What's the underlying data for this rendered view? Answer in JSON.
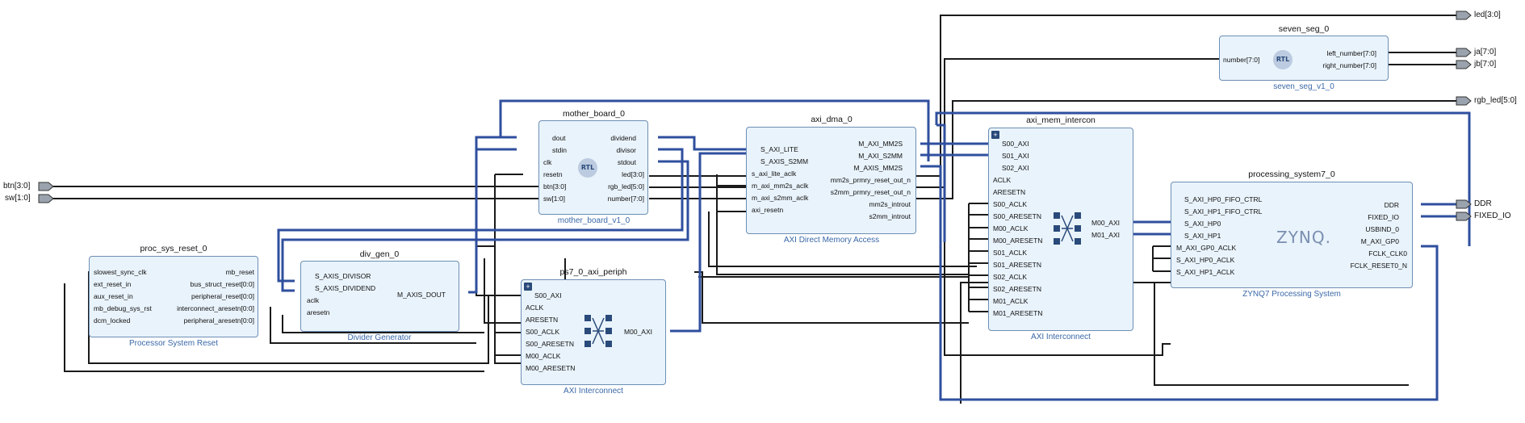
{
  "external_ports": {
    "btn": "btn[3:0]",
    "sw": "sw[1:0]",
    "led": "led[3:0]",
    "ja": "ja[7:0]",
    "jb": "jb[7:0]",
    "rgb_led": "rgb_led[5:0]",
    "ddr": "DDR",
    "fixed_io": "FIXED_IO"
  },
  "blocks": {
    "mother_board": {
      "title": "mother_board_0",
      "subtitle": "mother_board_v1_0",
      "badge": "RTL",
      "left_ports": [
        "dout",
        "stdin",
        "clk",
        "resetn",
        "btn[3:0]",
        "sw[1:0]"
      ],
      "right_ports": [
        "dividend",
        "divisor",
        "stdout",
        "led[3:0]",
        "rgb_led[5:0]",
        "number[7:0]"
      ]
    },
    "axi_dma": {
      "title": "axi_dma_0",
      "subtitle": "AXI Direct Memory Access",
      "left_ports": [
        "S_AXI_LITE",
        "S_AXIS_S2MM",
        "s_axi_lite_aclk",
        "m_axi_mm2s_aclk",
        "m_axi_s2mm_aclk",
        "axi_resetn"
      ],
      "right_ports": [
        "M_AXI_MM2S",
        "M_AXI_S2MM",
        "M_AXIS_MM2S",
        "mm2s_prmry_reset_out_n",
        "s2mm_prmry_reset_out_n",
        "mm2s_introut",
        "s2mm_introut"
      ]
    },
    "axi_mem_intercon": {
      "title": "axi_mem_intercon",
      "subtitle": "AXI Interconnect",
      "left_ports": [
        "S00_AXI",
        "S01_AXI",
        "S02_AXI",
        "ACLK",
        "ARESETN",
        "S00_ACLK",
        "S00_ARESETN",
        "M00_ACLK",
        "M00_ARESETN",
        "S01_ACLK",
        "S01_ARESETN",
        "S02_ACLK",
        "S02_ARESETN",
        "M01_ACLK",
        "M01_ARESETN"
      ],
      "right_ports": [
        "M00_AXI",
        "M01_AXI"
      ]
    },
    "seven_seg": {
      "title": "seven_seg_0",
      "subtitle": "seven_seg_v1_0",
      "badge": "RTL",
      "left_ports": [
        "number[7:0]"
      ],
      "right_ports": [
        "left_number[7:0]",
        "right_number[7:0]"
      ]
    },
    "processing_system": {
      "title": "processing_system7_0",
      "subtitle": "ZYNQ7 Processing System",
      "logo": "ZYNQ.",
      "left_ports": [
        "S_AXI_HP0_FIFO_CTRL",
        "S_AXI_HP1_FIFO_CTRL",
        "S_AXI_HP0",
        "S_AXI_HP1",
        "M_AXI_GP0_ACLK",
        "S_AXI_HP0_ACLK",
        "S_AXI_HP1_ACLK"
      ],
      "right_ports": [
        "DDR",
        "FIXED_IO",
        "USBIND_0",
        "M_AXI_GP0",
        "FCLK_CLK0",
        "FCLK_RESET0_N"
      ]
    },
    "proc_sys_reset": {
      "title": "proc_sys_reset_0",
      "subtitle": "Processor System Reset",
      "left_ports": [
        "slowest_sync_clk",
        "ext_reset_in",
        "aux_reset_in",
        "mb_debug_sys_rst",
        "dcm_locked"
      ],
      "right_ports": [
        "mb_reset",
        "bus_struct_reset[0:0]",
        "peripheral_reset[0:0]",
        "interconnect_aresetn[0:0]",
        "peripheral_aresetn[0:0]"
      ]
    },
    "div_gen": {
      "title": "div_gen_0",
      "subtitle": "Divider Generator",
      "left_ports": [
        "S_AXIS_DIVISOR",
        "S_AXIS_DIVIDEND",
        "aclk",
        "aresetn"
      ],
      "right_ports": [
        "M_AXIS_DOUT"
      ]
    },
    "ps7_axi_periph": {
      "title": "ps7_0_axi_periph",
      "subtitle": "AXI Interconnect",
      "left_ports": [
        "S00_AXI",
        "ACLK",
        "ARESETN",
        "S00_ACLK",
        "S00_ARESETN",
        "M00_ACLK",
        "M00_ARESETN"
      ],
      "right_ports": [
        "M00_AXI"
      ]
    }
  },
  "colors": {
    "net": "#1a1a1a",
    "bus": "#2f4f9e",
    "block_fill": "#e9f3fb",
    "block_border": "#6d8fb5",
    "subtitle": "#3a68a8"
  }
}
